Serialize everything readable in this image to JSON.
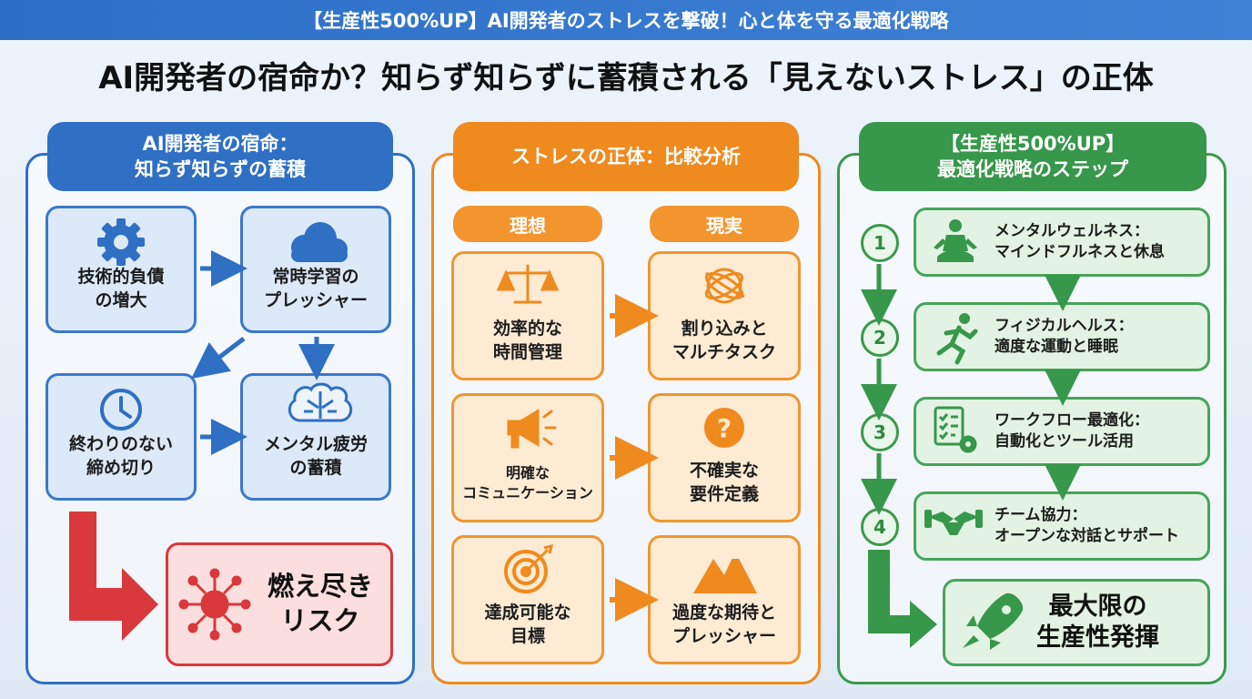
{
  "banner": "【生産性500%UP】AI開発者のストレスを撃破！心と体を守る最適化戦略",
  "headline": "AI開発者の宿命か？知らず知らずに蓄積される「見えないストレス」の正体",
  "left_panel": {
    "title_line1": "AI開発者の宿命：",
    "title_line2": "知らず知らずの蓄積",
    "cards": [
      {
        "line1": "技術的負債",
        "line2": "の増大",
        "icon": "gear-icon"
      },
      {
        "line1": "常時学習の",
        "line2": "プレッシャー",
        "icon": "cloud-icon"
      },
      {
        "line1": "終わりのない",
        "line2": "締め切り",
        "icon": "clock-icon"
      },
      {
        "line1": "メンタル疲労",
        "line2": "の蓄積",
        "icon": "brain-icon"
      }
    ],
    "risk_line1": "燃え尽き",
    "risk_line2": "リスク",
    "risk_icon": "burnout-circuit-icon"
  },
  "middle_panel": {
    "title": "ストレスの正体：比較分析",
    "ideal_label": "理想",
    "reality_label": "現実",
    "ideal": [
      {
        "line1": "効率的な",
        "line2": "時間管理",
        "icon": "scales-icon"
      },
      {
        "line1": "明確な",
        "line2": "コミュニケーション",
        "icon": "megaphone-icon"
      },
      {
        "line1": "達成可能な",
        "line2": "目標",
        "icon": "target-icon"
      }
    ],
    "reality": [
      {
        "line1": "割り込みと",
        "line2": "マルチタスク",
        "icon": "tangle-icon"
      },
      {
        "line1": "不確実な",
        "line2": "要件定義",
        "icon": "question-icon"
      },
      {
        "line1": "過度な期待と",
        "line2": "プレッシャー",
        "icon": "mountain-icon"
      }
    ]
  },
  "right_panel": {
    "title_line1": "【生産性500%UP】",
    "title_line2": "最適化戦略のステップ",
    "steps": [
      {
        "num": "1",
        "line1": "メンタルウェルネス：",
        "line2": "マインドフルネスと休息",
        "icon": "meditation-icon"
      },
      {
        "num": "2",
        "line1": "フィジカルヘルス：",
        "line2": "適度な運動と睡眠",
        "icon": "running-icon"
      },
      {
        "num": "3",
        "line1": "ワークフロー最適化：",
        "line2": "自動化とツール活用",
        "icon": "checklist-gear-icon"
      },
      {
        "num": "4",
        "line1": "チーム協力：",
        "line2": "オープンな対話とサポート",
        "icon": "handshake-icon"
      }
    ],
    "goal_line1": "最大限の",
    "goal_line2": "生産性発揮",
    "goal_icon": "rocket-icon"
  },
  "colors": {
    "blue": "#2f6fc4",
    "orange": "#ef8a1e",
    "green": "#37974a",
    "red": "#d9383c"
  }
}
